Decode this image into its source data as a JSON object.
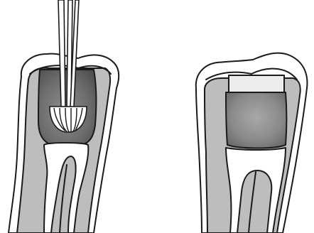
{
  "figure": {
    "panels": [
      {
        "id": "left",
        "depicts": "tooth-cross-section-with-instruments-in-pulp-chamber"
      },
      {
        "id": "right",
        "depicts": "tooth-cross-section-with-filled-pulp-chamber-and-restoration"
      }
    ],
    "colors": {
      "background": "#ffffff",
      "outline": "#1a1a1a",
      "enamel": "#ffffff",
      "dentin": "#bdbdbd",
      "pulp": "#ffffff",
      "filling_dark": "#6e6e6e",
      "filling_light": "#9a9a9a",
      "restoration": "#ececec",
      "instrument": "#ffffff"
    }
  }
}
